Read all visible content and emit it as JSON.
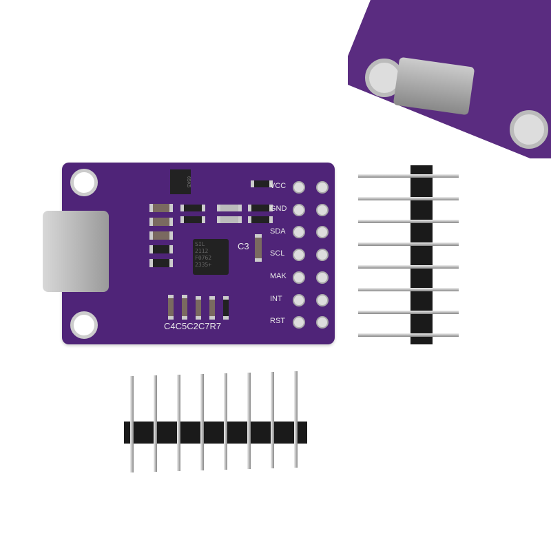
{
  "board": {
    "pin_labels": [
      "VCC",
      "GND",
      "SDA",
      "SCL",
      "MAK",
      "INT",
      "RST"
    ],
    "chip_text": [
      "SIL",
      "2112",
      "F0762",
      "2335+"
    ],
    "cap_label": "C3",
    "bottom_label": "C4C5C2C7R7",
    "sot_label": "65K5"
  },
  "colors": {
    "pcb": "#4f2478",
    "header": "#1a1a1a"
  }
}
